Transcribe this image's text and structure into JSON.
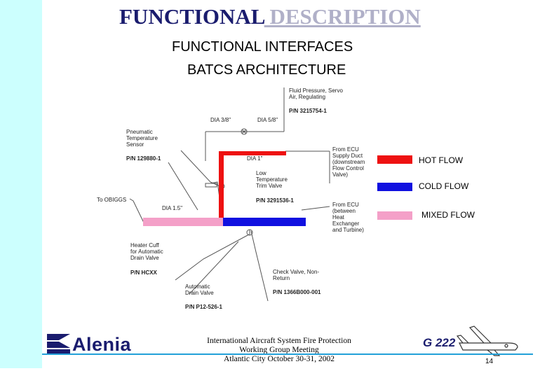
{
  "header": {
    "title_part1": "FUNCTIONAL",
    "title_part2": " DESCRIPTION",
    "subtitle1": "FUNCTIONAL INTERFACES",
    "subtitle2": "BATCS ARCHITECTURE"
  },
  "diagram": {
    "labels": {
      "fluid_valve": "Fluid Pressure, Servo\nAir, Regulating",
      "fluid_valve_pn": "P/N 3215754-1",
      "dia_38": "DIA 3/8\"",
      "dia_58": "DIA 5/8\"",
      "pneumatic_sensor": "Pneumatic\nTemperature\nSensor",
      "pneumatic_sensor_pn": "P/N 129880-1",
      "from_ecu_supply": "From ECU\nSupply Duct\n(downstream\nFlow Control\nValve)",
      "dia_1": "DIA 1\"",
      "low_temp_valve": "Low\nTemperature\nTrim Valve",
      "low_temp_valve_pn": "P/N 3291536-1",
      "to_obiggs": "To OBIGGS",
      "dia_15": "DIA 1.5\"",
      "from_ecu_between": "From ECU\n(between\nHeat\nExchanger\nand Turbine)",
      "heater_cuff": "Heater Cuff\nfor Automatic\nDrain Valve",
      "heater_cuff_pn": "P/N HCXX",
      "check_valve": "Check Valve, Non-\nReturn",
      "check_valve_pn": "P/N 1366B000-001",
      "drain_valve": "Automatic\nDrain Valve",
      "drain_valve_pn": "P/N P12-526-1"
    }
  },
  "legend": {
    "items": [
      {
        "label": "HOT FLOW",
        "color": "#ee1111"
      },
      {
        "label": "COLD FLOW",
        "color": "#1010e0"
      },
      {
        "label": "MIXED FLOW",
        "color": "#f4a0c8"
      }
    ]
  },
  "footer": {
    "logo_text": "Alenia",
    "conference_line1": "International Aircraft System Fire Protection",
    "conference_line2": "Working Group Meeting",
    "conference_line3": "Atlantic City October 30-31, 2002",
    "aircraft_code": "G 222",
    "page_number": "14"
  },
  "colors": {
    "sidebar": "#ccfffe",
    "title_dark": "#1a1c6e",
    "title_light": "#b0b0c8",
    "footer_line": "#22a0d8"
  }
}
